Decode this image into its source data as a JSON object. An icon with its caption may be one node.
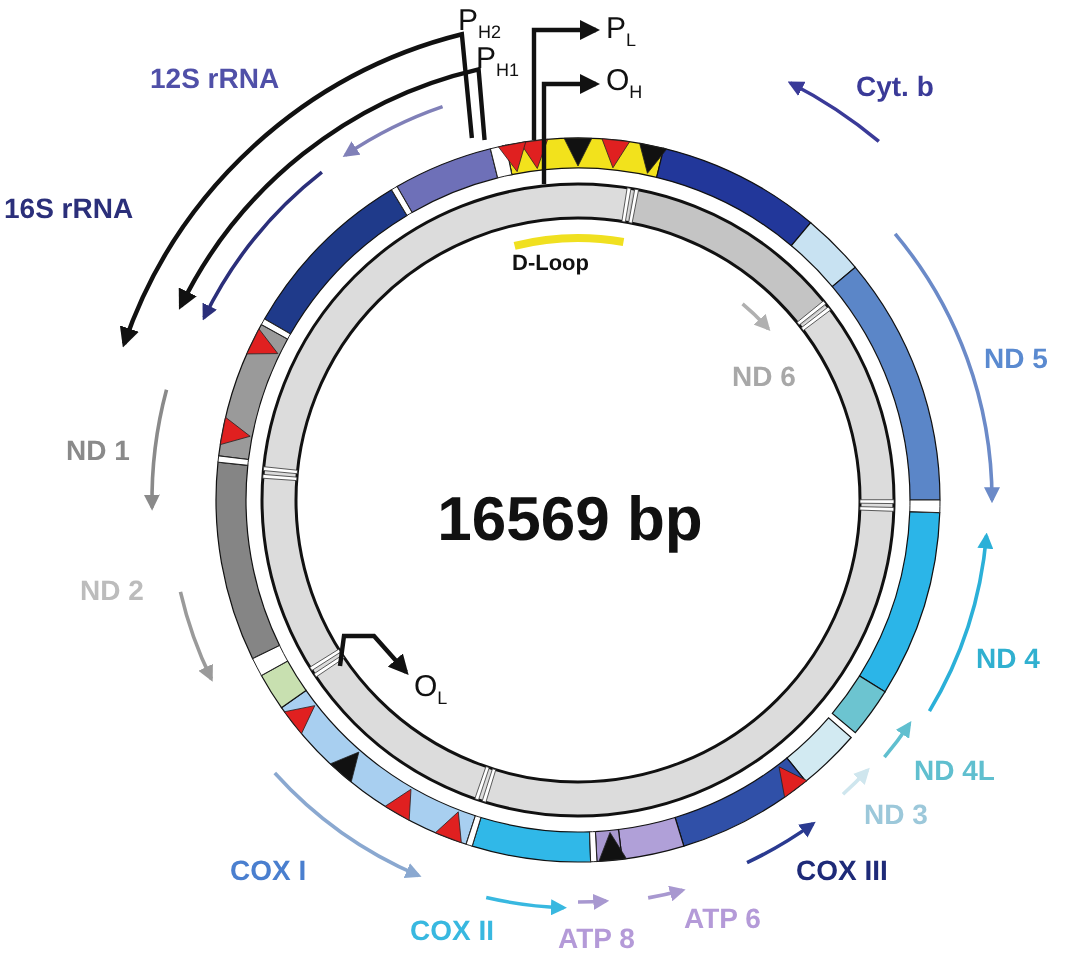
{
  "diagram": {
    "labels": [
      "P$_{H2}$",
      "P$_{L}$",
      "P$_{H1}$",
      "12S rRNA",
      "O$_{H}$",
      "Cyt. b",
      "16S rRNA",
      "D-Loop",
      "ND 6",
      "ND 5",
      "16569 bp",
      "ND 1",
      "ND 2",
      "O$_{L}$",
      "ND 4",
      "ND 4L",
      "ND 3",
      "COX I",
      "COX III",
      "COX II",
      "ATP 8",
      "ATP 6"
    ]
  }
}
